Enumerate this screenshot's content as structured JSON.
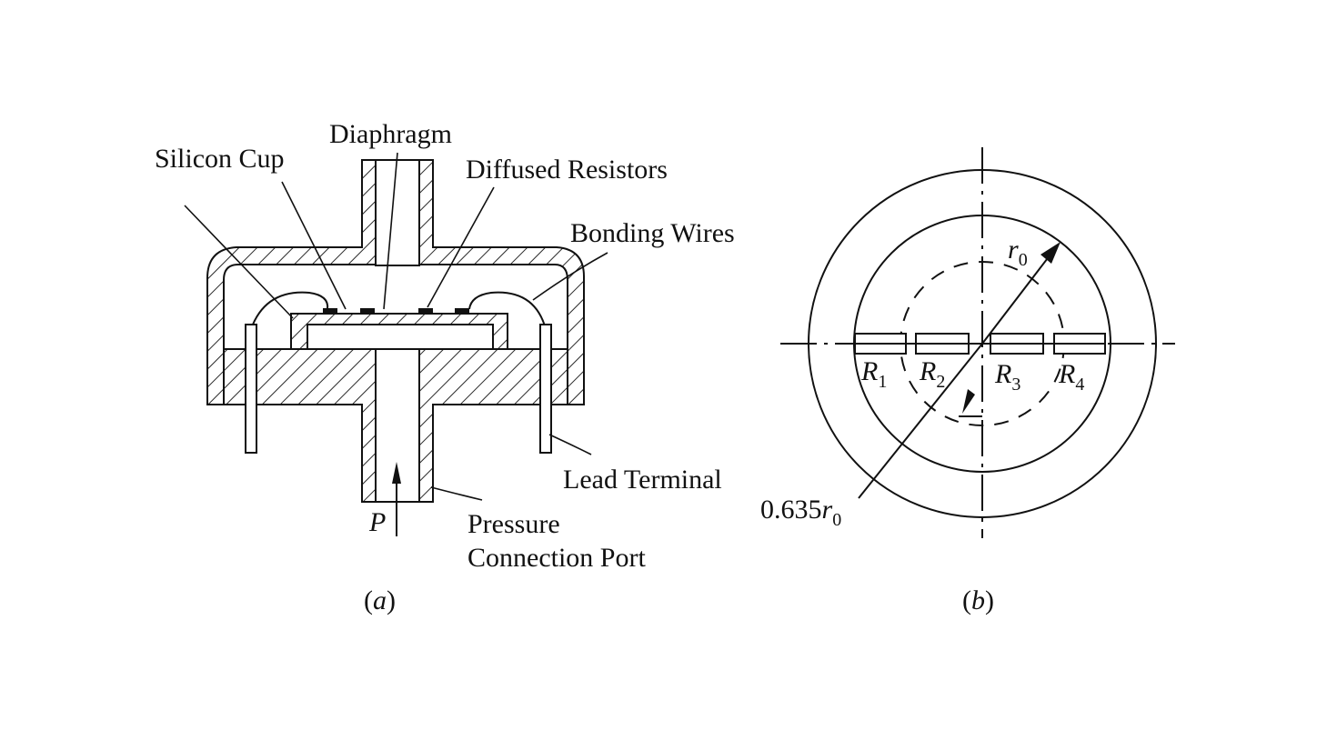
{
  "panel_a": {
    "labels": {
      "diaphragm": "Diaphragm",
      "silicon_cup": "Silicon Cup",
      "diffused_resistors": "Diffused Resistors",
      "bonding_wires": "Bonding Wires",
      "lead_terminal": "Lead Terminal",
      "pressure_line1": "Pressure",
      "pressure_line2": "Connection Port",
      "pressure_symbol": "P"
    },
    "caption": {
      "open": "(",
      "letter": "a",
      "close": ")"
    }
  },
  "panel_b": {
    "radius_symbol": "r",
    "radius_subscript": "0",
    "dimension_prefix": "0.635",
    "dimension_symbol": "r",
    "dimension_subscript": "0",
    "resistors": [
      {
        "symbol": "R",
        "subscript": "1"
      },
      {
        "symbol": "R",
        "subscript": "2"
      },
      {
        "symbol": "R",
        "subscript": "3"
      },
      {
        "symbol": "R",
        "subscript": "4"
      }
    ],
    "caption": {
      "open": "(",
      "letter": "b",
      "close": ")"
    }
  },
  "colors": {
    "ink": "#111111",
    "background": "#ffffff"
  }
}
